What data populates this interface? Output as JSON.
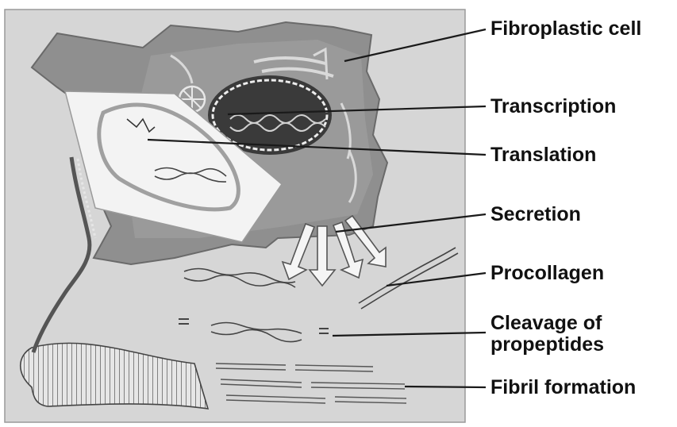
{
  "labels": {
    "fibroplastic_cell": "Fibroplastic cell",
    "transcription": "Transcription",
    "translation": "Translation",
    "secretion": "Secretion",
    "procollagen": "Procollagen",
    "cleavage_line1": "Cleavage of",
    "cleavage_line2": "propeptides",
    "fibril_formation": "Fibril formation"
  },
  "colors": {
    "panel_background": "#d6d6d6",
    "cell_body": "#8f8f8f",
    "cell_membrane_dark": "#6a6a6a",
    "nucleus": "#3a3a3a",
    "er_sheet": "#f3f3f3",
    "leader_line": "#1a1a1a",
    "label_text": "#111111"
  }
}
